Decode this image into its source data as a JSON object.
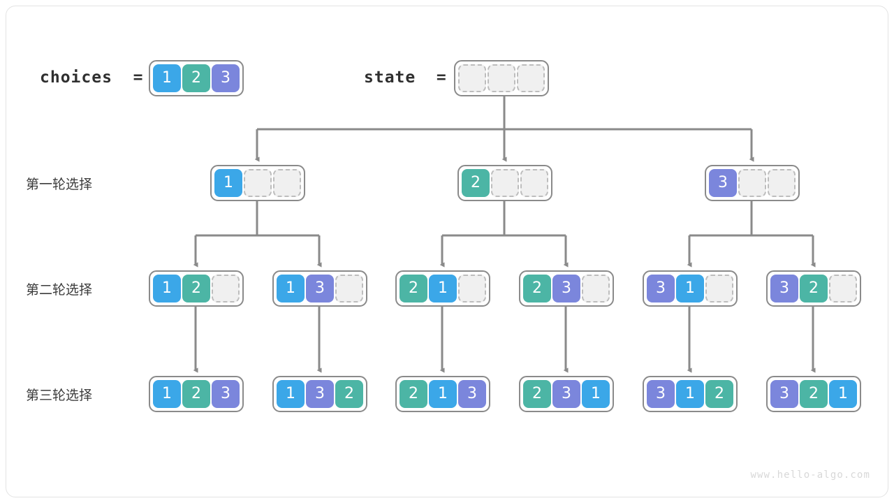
{
  "figure": {
    "title_choices": "choices  =",
    "title_state": "state  =",
    "watermark": "www.hello-algo.com"
  },
  "colors": {
    "value_1": "#3ba7e8",
    "value_2": "#4cb5a5",
    "value_3": "#7b86dc",
    "empty_cell_fill": "#f0f0f0",
    "empty_cell_border": "#bdbdbd",
    "array_border": "#8a8a8a",
    "link_line": "#8a8a8a",
    "text": "#3b3b3b",
    "watermark": "#d8d8d8"
  },
  "inputs": {
    "choices_label": "choices  =",
    "choices_values": [
      "1",
      "2",
      "3"
    ],
    "state_label": "state  =",
    "state_values": [
      "",
      "",
      ""
    ]
  },
  "row_labels": [
    "第一轮选择",
    "第二轮选择",
    "第三轮选择"
  ],
  "tree": {
    "round1": [
      {
        "cells": [
          "1",
          "",
          ""
        ]
      },
      {
        "cells": [
          "2",
          "",
          ""
        ]
      },
      {
        "cells": [
          "3",
          "",
          ""
        ]
      }
    ],
    "round2": [
      {
        "cells": [
          "1",
          "2",
          ""
        ]
      },
      {
        "cells": [
          "1",
          "3",
          ""
        ]
      },
      {
        "cells": [
          "2",
          "1",
          ""
        ]
      },
      {
        "cells": [
          "2",
          "3",
          ""
        ]
      },
      {
        "cells": [
          "3",
          "1",
          ""
        ]
      },
      {
        "cells": [
          "3",
          "2",
          ""
        ]
      }
    ],
    "round3": [
      {
        "cells": [
          "1",
          "2",
          "3"
        ]
      },
      {
        "cells": [
          "1",
          "3",
          "2"
        ]
      },
      {
        "cells": [
          "2",
          "1",
          "3"
        ]
      },
      {
        "cells": [
          "2",
          "3",
          "1"
        ]
      },
      {
        "cells": [
          "3",
          "1",
          "2"
        ]
      },
      {
        "cells": [
          "3",
          "2",
          "1"
        ]
      }
    ]
  },
  "chart_data": {
    "type": "diagram",
    "title": "Permutation backtracking tree",
    "root": {
      "label": "state",
      "cells": [
        "",
        "",
        ""
      ]
    },
    "levels": [
      {
        "name": "第一轮选择",
        "nodes": [
          [
            "1",
            "",
            ""
          ],
          [
            "2",
            "",
            ""
          ],
          [
            "3",
            "",
            ""
          ]
        ]
      },
      {
        "name": "第二轮选择",
        "nodes": [
          [
            "1",
            "2",
            ""
          ],
          [
            "1",
            "3",
            ""
          ],
          [
            "2",
            "1",
            ""
          ],
          [
            "2",
            "3",
            ""
          ],
          [
            "3",
            "1",
            ""
          ],
          [
            "3",
            "2",
            ""
          ]
        ]
      },
      {
        "name": "第三轮选择",
        "nodes": [
          [
            "1",
            "2",
            "3"
          ],
          [
            "1",
            "3",
            "2"
          ],
          [
            "2",
            "1",
            "3"
          ],
          [
            "2",
            "3",
            "1"
          ],
          [
            "3",
            "1",
            "2"
          ],
          [
            "3",
            "2",
            "1"
          ]
        ]
      }
    ]
  }
}
